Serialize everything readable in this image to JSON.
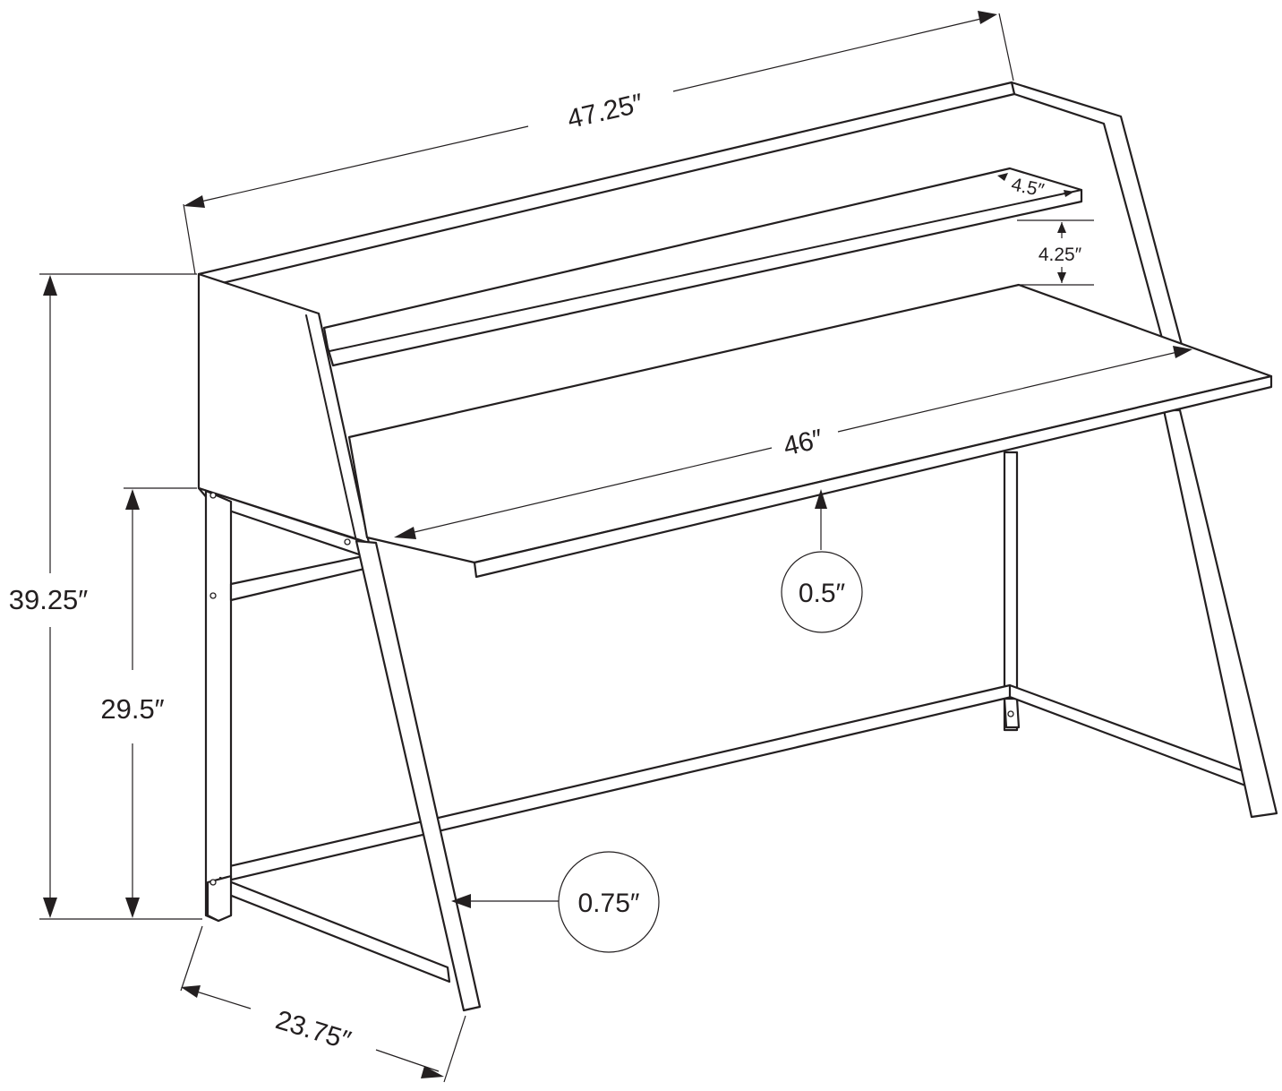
{
  "dimensions": {
    "overall_width": "47.25″",
    "desktop_width": "46″",
    "overall_height": "39.25″",
    "desktop_height": "29.5″",
    "depth": "23.75″",
    "shelf_depth": "4.5″",
    "shelf_clearance": "4.25″",
    "top_thickness": "0.5″",
    "leg_thickness": "0.75″"
  },
  "colors": {
    "line": "#231f20",
    "background": "#ffffff"
  }
}
